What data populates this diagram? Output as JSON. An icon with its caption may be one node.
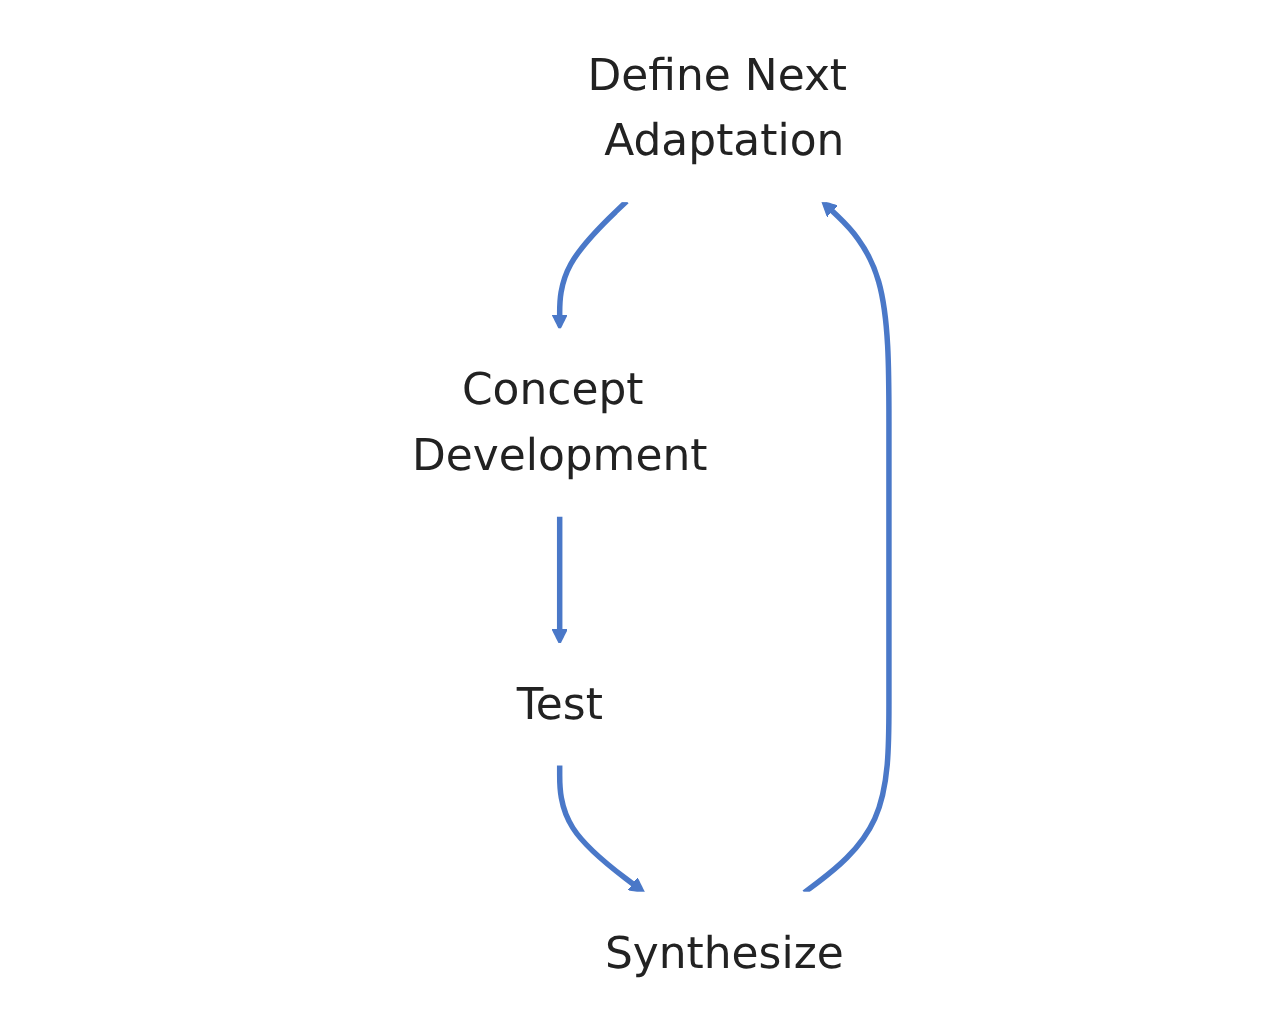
{
  "diagram": {
    "nodes": [
      {
        "text": [
          "Define Next Adaptation"
        ]
      },
      {
        "text": [
          "Concept Development"
        ]
      },
      {
        "text": [
          "Test"
        ]
      },
      {
        "text": [
          "Synthesize"
        ]
      }
    ],
    "edges": [
      {
        "from": 0,
        "to": 1,
        "arrow": "to"
      },
      {
        "from": 1,
        "to": 2,
        "arrow": "to"
      },
      {
        "from": 2,
        "to": 3,
        "arrow": "to"
      },
      {
        "from": 3,
        "to": 0,
        "arrow": "to"
      }
    ]
  }
}
